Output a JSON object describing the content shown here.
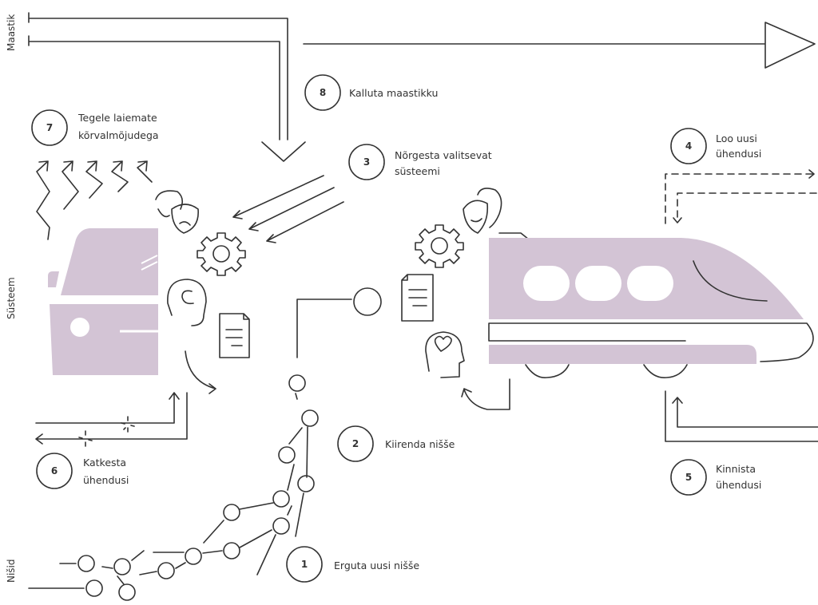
{
  "side_labels": {
    "landscape": "Maastik",
    "system": "Süsteem",
    "niches": "Nišid"
  },
  "steps": [
    {
      "num": "1",
      "line1": "Erguta uusi nišše",
      "line2": ""
    },
    {
      "num": "2",
      "line1": "Kiirenda nišše",
      "line2": ""
    },
    {
      "num": "3",
      "line1": "Nõrgesta valitsevat",
      "line2": "süsteemi"
    },
    {
      "num": "4",
      "line1": "Loo uusi",
      "line2": "ühendusi"
    },
    {
      "num": "5",
      "line1": "Kinnista",
      "line2": "ühendusi"
    },
    {
      "num": "6",
      "line1": "Katkesta",
      "line2": "ühendusi"
    },
    {
      "num": "7",
      "line1": "Tegele laiemate",
      "line2": "kõrvalmõjudega"
    },
    {
      "num": "8",
      "line1": "Kalluta maastikku",
      "line2": ""
    }
  ],
  "colors": {
    "accent": "#d3c4d5",
    "line": "#333333"
  }
}
